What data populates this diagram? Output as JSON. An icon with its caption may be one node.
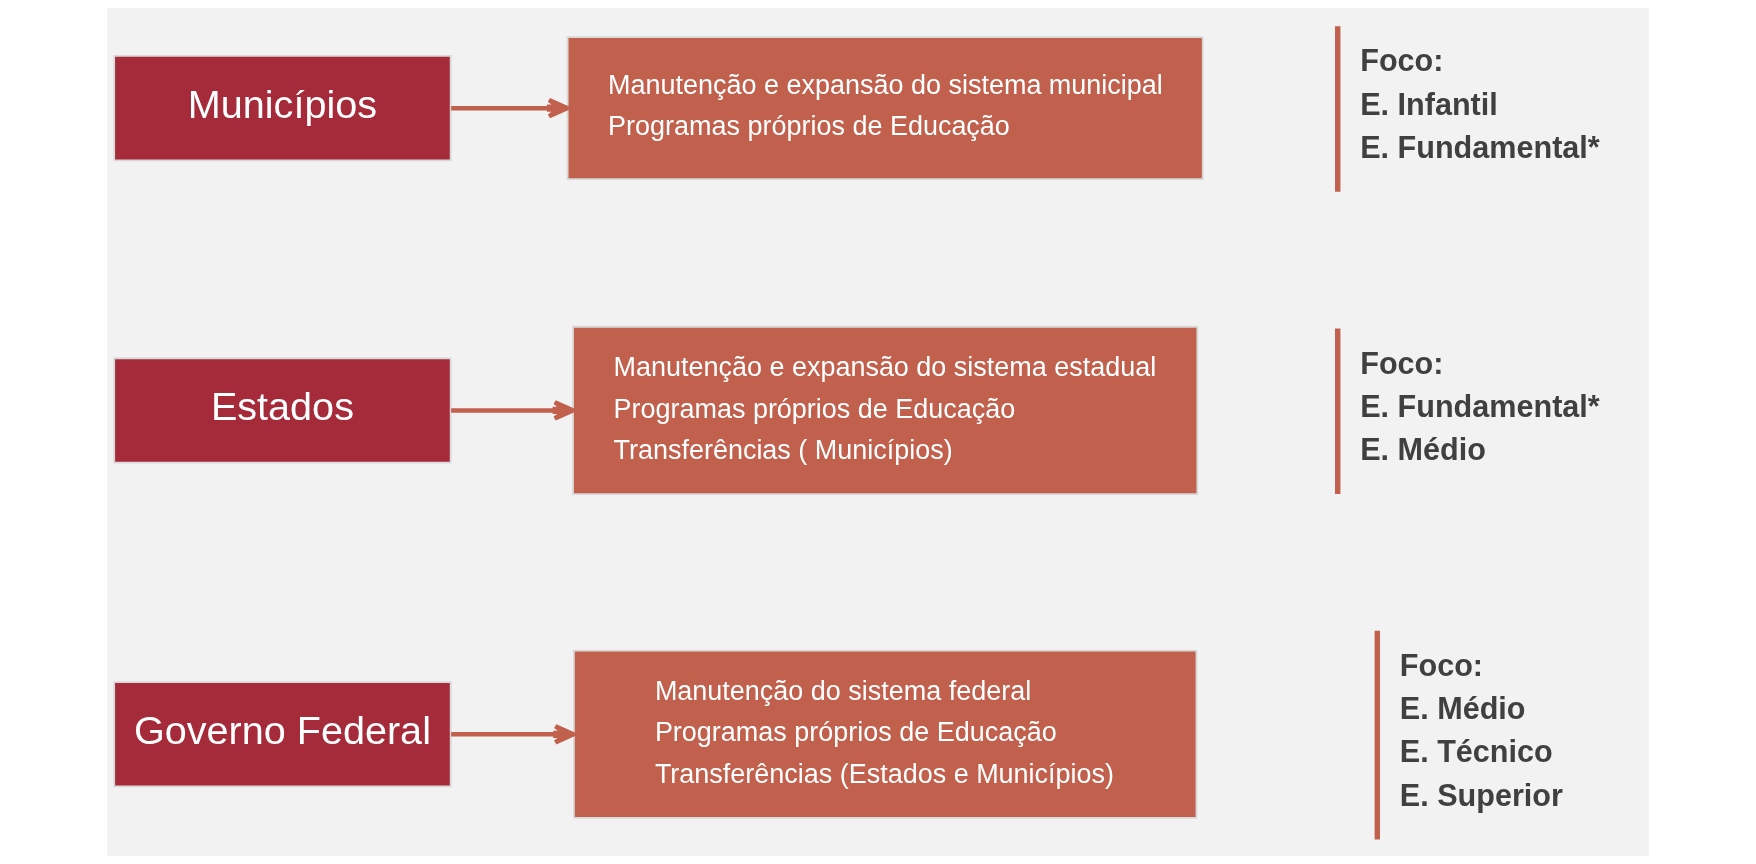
{
  "diagram": {
    "nodes": [
      {
        "text": [
          "Governo Federal"
        ]
      },
      {
        "text": [
          "Manutenção do sistema federal",
          "Programas próprios de Educação",
          "Transferências (Estados e Municípios)"
        ],
        "beside": [
          "Foco:",
          "E. Médio",
          "E. Técnico",
          "E. Superior"
        ]
      },
      {
        "text": [
          "Estados"
        ]
      },
      {
        "text": [
          "Manutenção e expansão do sistema estadual",
          "Programas próprios de Educação",
          "Transferências ( Municípios)"
        ],
        "beside": [
          "Foco:",
          "E. Fundamental*",
          "E. Médio"
        ]
      },
      {
        "text": [
          "Municípios"
        ]
      },
      {
        "text": [
          "Manutenção e expansão do sistema municipal",
          "Programas próprios de Educação"
        ],
        "beside": [
          "Foco:",
          "E. Infantil",
          "E. Fundamental*"
        ]
      }
    ],
    "edges": [
      {
        "from": 0,
        "to": 1,
        "arrow": "to"
      },
      {
        "from": 2,
        "to": 3,
        "arrow": "to"
      },
      {
        "from": 4,
        "to": 5,
        "arrow": "to"
      }
    ]
  }
}
